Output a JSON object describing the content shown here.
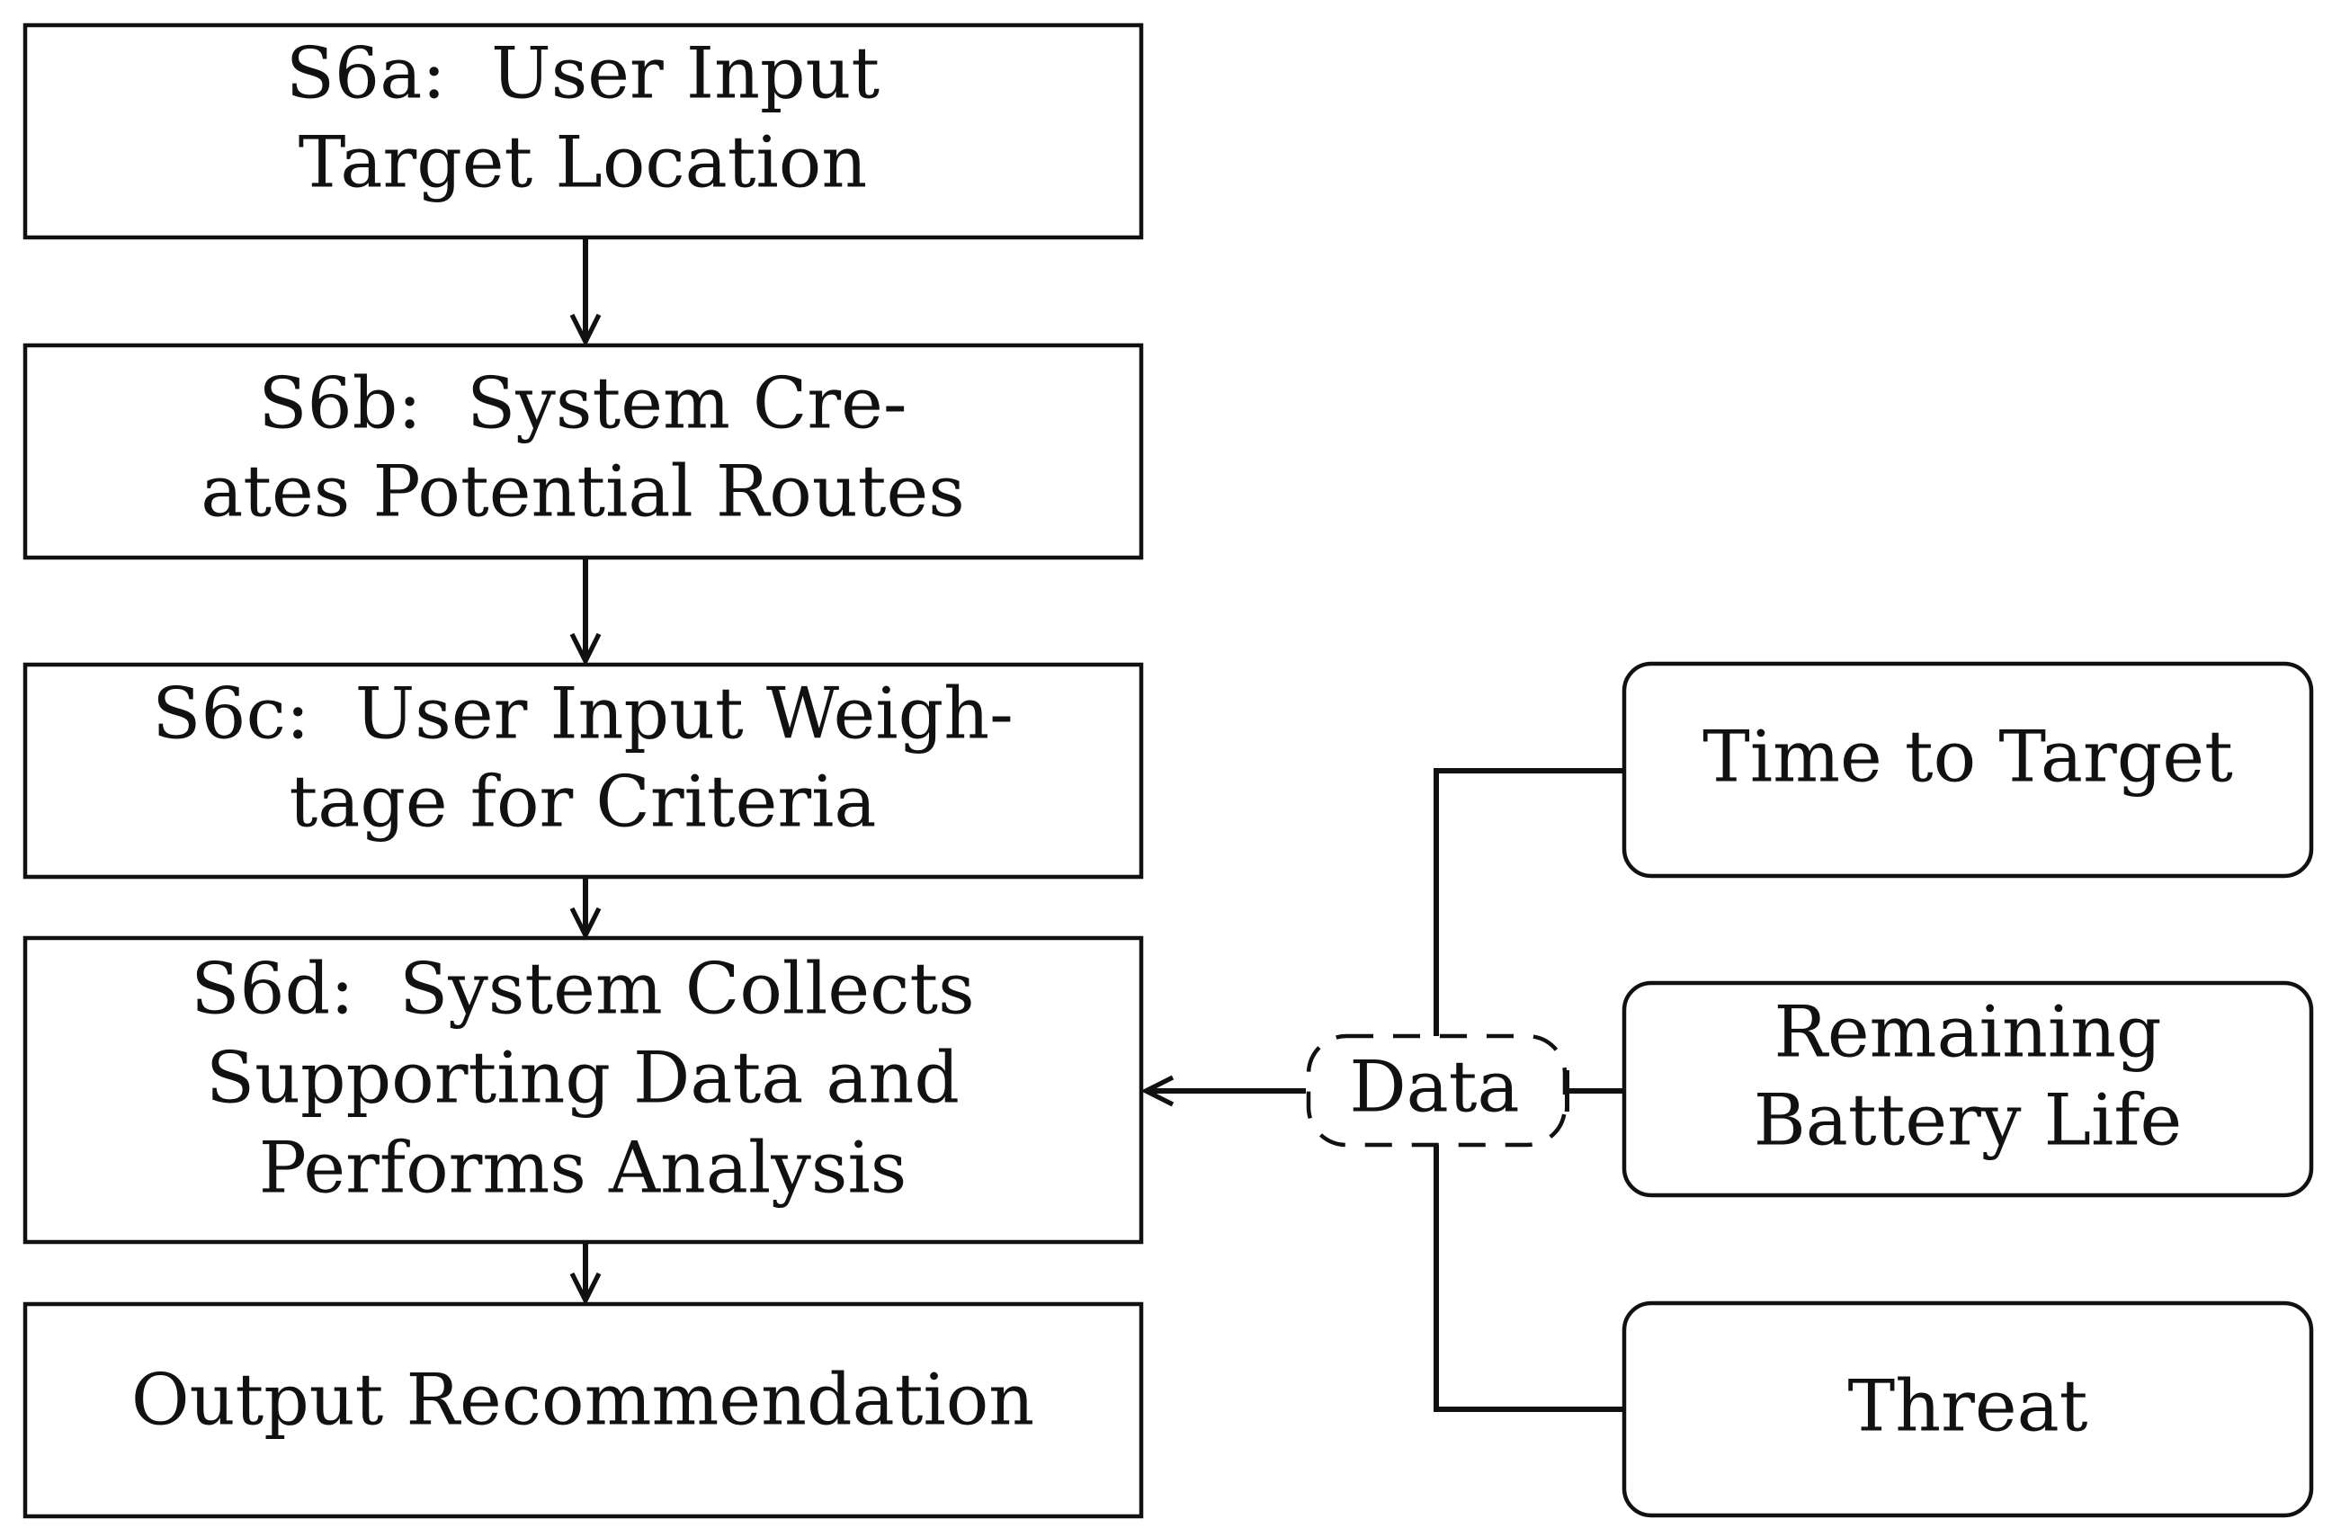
{
  "steps": [
    {
      "id": "s6a",
      "lines": [
        "S6a:  User Input",
        "Target Location"
      ]
    },
    {
      "id": "s6b",
      "lines": [
        "S6b:  System Cre-",
        "ates Potential Routes"
      ]
    },
    {
      "id": "s6c",
      "lines": [
        "S6c:  User Input Weigh-",
        "tage for Criteria"
      ]
    },
    {
      "id": "s6d",
      "lines": [
        "S6d:  System Collects",
        "Supporting Data and",
        "Performs Analysis"
      ]
    },
    {
      "id": "output",
      "lines": [
        "Output Recommendation"
      ]
    }
  ],
  "data_node": {
    "label": "Data"
  },
  "criteria": [
    {
      "id": "time",
      "lines": [
        "Time to Target"
      ]
    },
    {
      "id": "battery",
      "lines": [
        "Remaining",
        "Battery Life"
      ]
    },
    {
      "id": "threat",
      "lines": [
        "Threat"
      ]
    }
  ]
}
